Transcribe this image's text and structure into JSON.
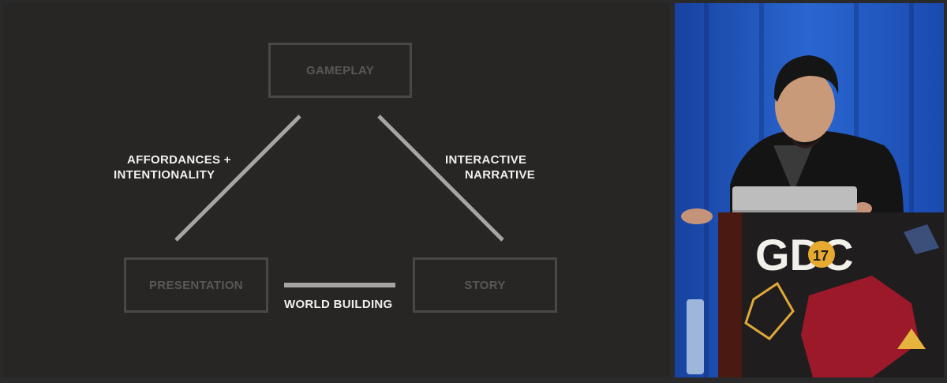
{
  "diagram": {
    "nodes": {
      "gameplay": "GAMEPLAY",
      "presentation": "PRESENTATION",
      "story": "STORY"
    },
    "edges": {
      "left": [
        "AFFORDANCES +",
        "INTENTIONALITY"
      ],
      "right": [
        "INTERACTIVE",
        "NARRATIVE"
      ],
      "bottom": "WORLD BUILDING"
    }
  },
  "video": {
    "logo": "GDC",
    "logo_year": "17"
  }
}
